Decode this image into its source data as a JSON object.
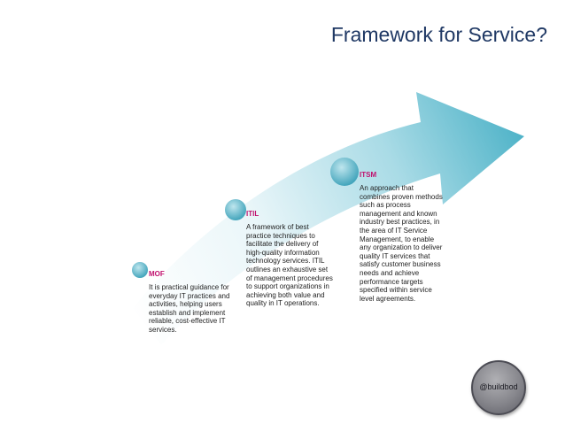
{
  "slide": {
    "title": "Framework for Service?"
  },
  "stages": [
    {
      "key": "mof",
      "label": "MOF",
      "description": "It is practical guidance for everyday IT practices and activities, helping users establish and implement reliable, cost-effective IT services."
    },
    {
      "key": "itil",
      "label": "ITIL",
      "description": "A framework of best practice techniques to facilitate the delivery of high-quality information technology services. ITIL outlines an exhaustive set of management procedures to support organizations in achieving both value and quality in IT operations."
    },
    {
      "key": "itsm",
      "label": "ITSM",
      "description": "An approach that combines proven methods such as process management and known industry best practices, in the area of IT Service Management, to enable any organization to deliver quality IT services that satisfy customer business needs and achieve performance targets specified within service level agreements."
    }
  ],
  "badge": {
    "label": "@buildbod"
  },
  "colors": {
    "title": "#1f3864",
    "stage_label": "#c0116e",
    "arrow_light": "#ffffff",
    "arrow_dark": "#4fb3c8",
    "marker": "#3aa0b8"
  }
}
